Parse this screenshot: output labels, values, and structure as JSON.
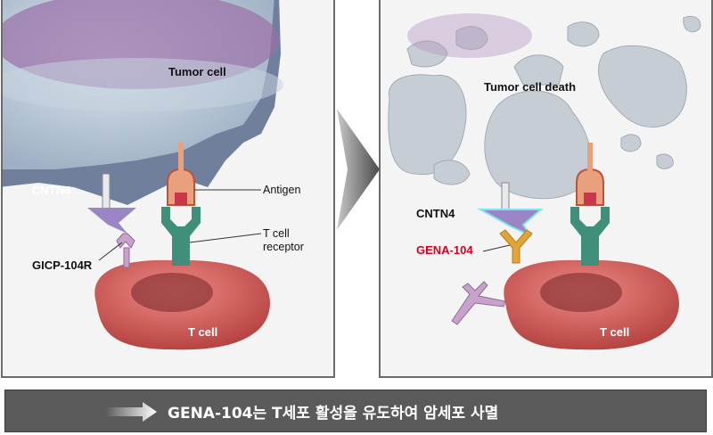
{
  "left_panel": {
    "tumor_cell": "Tumor cell",
    "cntn4": "CNTN4",
    "antigen": "Antigen",
    "t_cell_receptor_line1": "T cell",
    "t_cell_receptor_line2": "receptor",
    "gicp": "GICP-104R",
    "t_cell": "T cell"
  },
  "right_panel": {
    "tumor_cell_death": "Tumor cell death",
    "cntn4": "CNTN4",
    "gena": "GENA-104",
    "t_cell": "T cell"
  },
  "caption": "GENA-104는 T세포 활성을 유도하여 암세포 사멸",
  "colors": {
    "tumor": "#aebccc",
    "t_cell": "#c9504e",
    "receptor": "#3f8f7a",
    "antigen": "#e8a07d",
    "cntn4": "#9a86c4",
    "gena": "#e3a436",
    "caption_bg": "#5a5a5a",
    "gena_label": "#d4001e"
  }
}
